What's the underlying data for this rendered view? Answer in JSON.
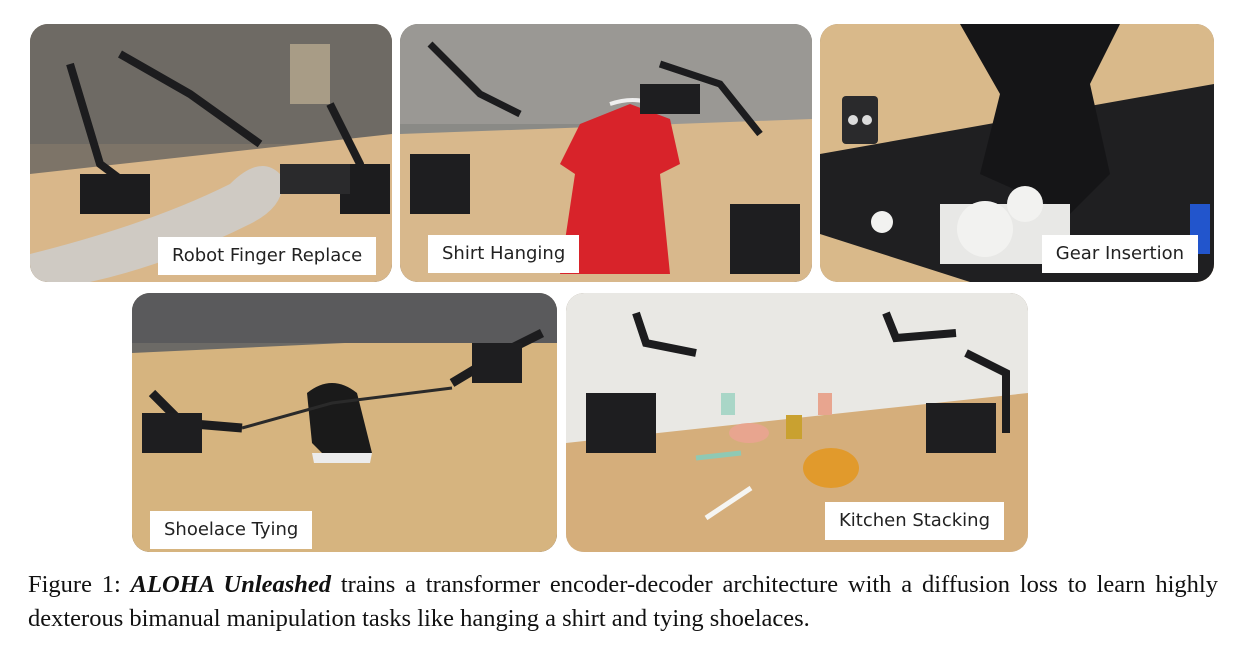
{
  "figure": {
    "panels": [
      {
        "label": "Robot Finger Replace"
      },
      {
        "label": "Shirt Hanging"
      },
      {
        "label": "Gear Insertion"
      },
      {
        "label": "Shoelace Tying"
      },
      {
        "label": "Kitchen Stacking"
      }
    ],
    "caption": {
      "prefix": "Figure 1: ",
      "emphasis": "ALOHA Unleashed",
      "text": " trains a transformer encoder-decoder architecture with a diffusion loss to learn highly dexterous bimanual manipulation tasks like hanging a shirt and tying shoelaces."
    }
  },
  "colors": {
    "wood": "#d9b98a",
    "robot": "#1e1e20",
    "shirt": "#d8232a",
    "gear": "#f2f2f0"
  }
}
